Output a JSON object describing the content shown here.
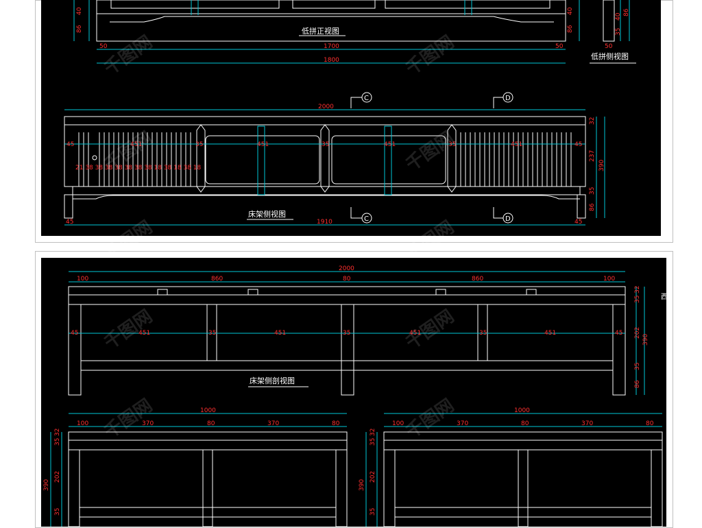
{
  "top_view": {
    "front_title": "低拼正视图",
    "side_title": "低拼侧视图",
    "bed_side_title": "床架侧视图",
    "dims_front": {
      "left_margin": "50",
      "inner": "1700",
      "right_margin": "50",
      "overall": "1800",
      "h1": "40",
      "h2": "86"
    },
    "dims_side": {
      "a": "50",
      "b": "40",
      "c": "35",
      "d": "86"
    },
    "bed_dims": {
      "overall": "2000",
      "bottom": "1910",
      "left": "45",
      "right": "45",
      "panel_a": "451",
      "panel_b": "35",
      "panel_c": "451",
      "panel_d": "35",
      "panel_e": "451",
      "panel_f": "35",
      "panel_g": "451",
      "panel_h": "45",
      "r1": "32",
      "r2": "237",
      "r3": "390",
      "r4": "35",
      "r5": "86",
      "slat_label": "21 38 38 38 38 38 38 38 18 38 18 38 18"
    },
    "markers": [
      "C",
      "D",
      "C",
      "D"
    ]
  },
  "bottom_view": {
    "section_title": "床架侧剖视图",
    "edge_char": "西",
    "dims_top": {
      "overall": "2000",
      "a": "100",
      "b": "860",
      "c": "80",
      "d": "860",
      "e": "100"
    },
    "panel_values": [
      "45",
      "451",
      "35",
      "451",
      "35",
      "451",
      "35",
      "451",
      "45"
    ],
    "right_dims": [
      "35",
      "32",
      "202",
      "390",
      "35",
      "86"
    ],
    "left_section": {
      "overall": "1000",
      "a": "100",
      "b": "370",
      "c": "80",
      "d": "370",
      "e": "80",
      "side": [
        "35",
        "32",
        "202",
        "390",
        "35"
      ]
    },
    "right_section": {
      "overall": "1000",
      "a": "100",
      "b": "370",
      "c": "80",
      "d": "370",
      "e": "80",
      "side": [
        "35",
        "32",
        "202",
        "390",
        "35"
      ]
    }
  },
  "watermark": "千图网"
}
